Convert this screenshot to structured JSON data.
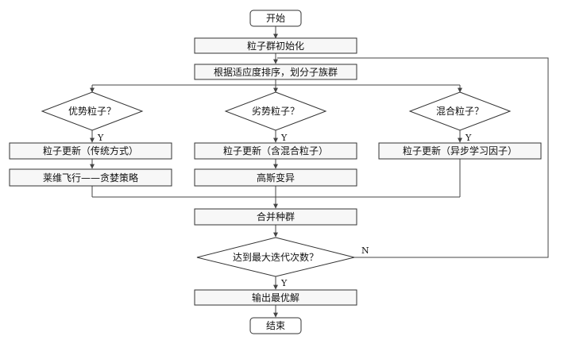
{
  "flowchart": {
    "start": "开始",
    "init": "粒子群初始化",
    "sort": "根据适应度排序，划分子族群",
    "decision_left": "优势粒子？",
    "decision_middle": "劣势粒子？",
    "decision_right": "混合粒子？",
    "update_left": "粒子更新（传统方式）",
    "update_middle": "粒子更新（含混合粒子）",
    "update_right": "粒子更新（异步学习因子）",
    "levy": "莱维飞行——贪婪策略",
    "gauss": "高斯变异",
    "merge": "合并种群",
    "decision_iter": "达到最大迭代次数？",
    "output": "输出最优解",
    "end": "结束",
    "yes": "Y",
    "no": "N"
  }
}
